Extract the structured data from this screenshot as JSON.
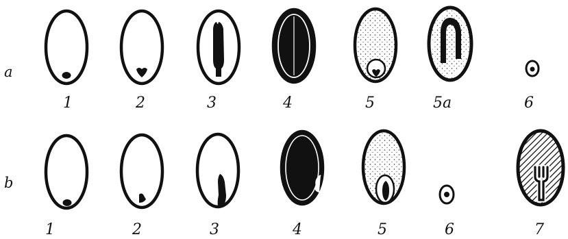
{
  "rows": [
    {
      "row_label": "a",
      "items": [
        {
          "label": "1",
          "stage": "small-dot"
        },
        {
          "label": "2",
          "stage": "heart"
        },
        {
          "label": "3",
          "stage": "elongated-embryo"
        },
        {
          "label": "4",
          "stage": "filled-dark"
        },
        {
          "label": "5",
          "stage": "dotted-with-inner-ellipse"
        },
        {
          "label": "5a",
          "stage": "dotted-with-curved-embryo"
        },
        {
          "label": "6",
          "stage": "tiny-seed"
        }
      ]
    },
    {
      "row_label": "b",
      "items": [
        {
          "label": "1",
          "stage": "small-dot"
        },
        {
          "label": "2",
          "stage": "small-blob"
        },
        {
          "label": "3",
          "stage": "torpedo-side"
        },
        {
          "label": "4",
          "stage": "filled-dark-notched"
        },
        {
          "label": "5",
          "stage": "dotted-with-inner-ellipse"
        },
        {
          "label": "6",
          "stage": "tiny-seed"
        },
        {
          "label": "7",
          "stage": "hatched-with-fork"
        }
      ]
    }
  ],
  "colors": {
    "ink": "#111111",
    "paper": "#ffffff"
  }
}
